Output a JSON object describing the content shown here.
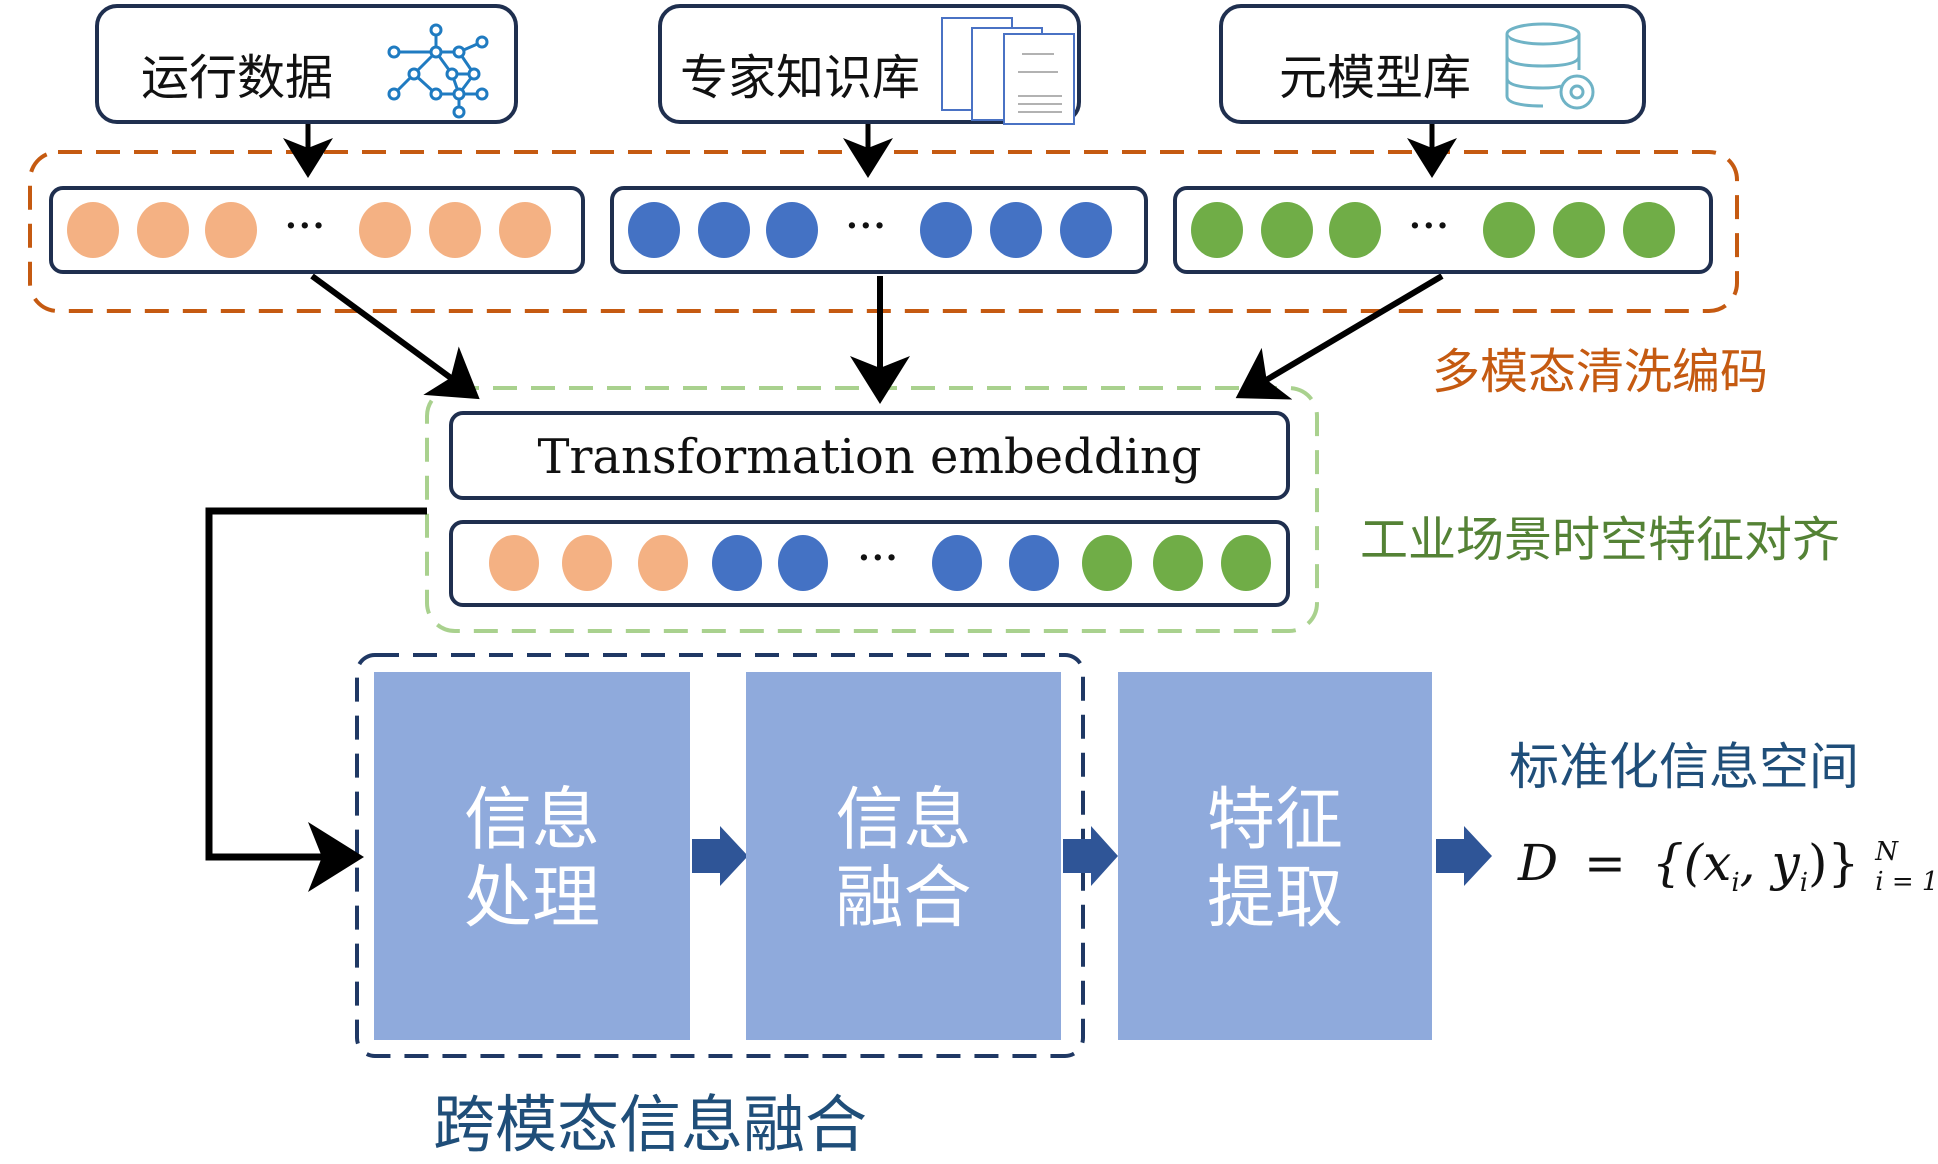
{
  "sources": [
    {
      "label": "运行数据",
      "icon": "network-graph-icon"
    },
    {
      "label": "专家知识库",
      "icon": "documents-icon"
    },
    {
      "label": "元模型库",
      "icon": "database-gear-icon"
    }
  ],
  "embedding_rows": [
    {
      "color": "#f4b183",
      "count_left": 3,
      "count_right": 3,
      "ellipsis": "···"
    },
    {
      "color": "#4472c4",
      "count_left": 3,
      "count_right": 3,
      "ellipsis": "···"
    },
    {
      "color": "#70ad47",
      "count_left": 3,
      "count_right": 3,
      "ellipsis": "···"
    }
  ],
  "stage_labels": {
    "cleaning": "多模态清洗编码",
    "alignment": "工业场景时空特征对齐",
    "fusion": "跨模态信息融合",
    "output_title": "标准化信息空间"
  },
  "transformation": {
    "label": "Transformation embedding",
    "fused_sequence": [
      "#f4b183",
      "#f4b183",
      "#f4b183",
      "#4472c4",
      "#4472c4",
      "...",
      "#4472c4",
      "#4472c4",
      "#70ad47",
      "#70ad47",
      "#70ad47"
    ],
    "ellipsis": "···"
  },
  "blocks": [
    {
      "line1": "信息",
      "line2": "处理"
    },
    {
      "line1": "信息",
      "line2": "融合"
    },
    {
      "line1": "特征",
      "line2": "提取"
    }
  ],
  "formula": {
    "lhs": "D",
    "eq": "=",
    "body": "{(x",
    "sub_i": "i",
    "comma": ", y",
    "sub_i2": "i",
    "close": ")}",
    "sup": "N",
    "sub": "i = 1"
  },
  "colors": {
    "orange_dash": "#c55a11",
    "green_dash": "#a9d18e",
    "navy_dash": "#1f3864",
    "block_fill": "#8faadc",
    "block_arrow": "#2f5597",
    "cleaning_text": "#c55a11",
    "alignment_text": "#548235",
    "fusion_text": "#1f4e79"
  }
}
